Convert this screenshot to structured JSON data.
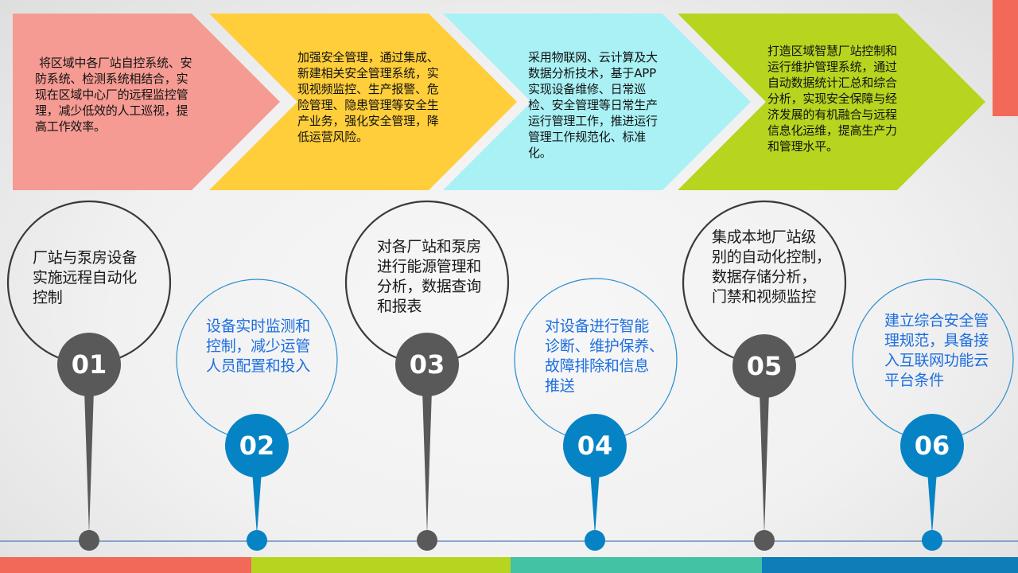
{
  "colors": {
    "pink": "#f59b93",
    "yellow": "#ffce3a",
    "cyan": "#a9f1f5",
    "green": "#b7d51f",
    "accent_red": "#f2695a",
    "dark_gray": "#595959",
    "blue": "#0683c4",
    "blue_text": "#1e6fe0",
    "timeline_line": "#4a7ab8",
    "bottom_bar_red": "#f2695a",
    "bottom_bar_green": "#b7d51f",
    "bottom_bar_teal": "#44c2a4",
    "bottom_bar_blue": "#0e7db8"
  },
  "chevrons": [
    {
      "color": "pink",
      "lines": [
        "将区域中各厂站自控系统、安",
        "防系统、检测系统相结合，实",
        "现在区域中心厂的远程监控管",
        "理，减少低效的人工巡视，提",
        "高工作效率。"
      ]
    },
    {
      "color": "yellow",
      "lines": [
        "加强安全管理，通过集成、",
        "新建相关安全管理系统，实",
        "现视频监控、生产报警、危",
        "险管理、隐患管理等安全生",
        "产业务，强化安全管理，降",
        "低运营风险。"
      ]
    },
    {
      "color": "cyan",
      "lines": [
        "采用物联网、云计算及大",
        "数据分析技术，基于APP",
        "实现设备维修、日常巡",
        "检、安全管理等日常生产",
        "运行管理工作，推进运行",
        "管理工作规范化、标准",
        "化。"
      ]
    },
    {
      "color": "green",
      "lines": [
        "打造区域智慧厂站控制和",
        "运行维护管理系统，通过",
        "自动数据统计汇总和综合",
        "分析，实现安全保障与经",
        "济发展的有机融合与远程",
        "信息化运维，提高生产力",
        "和管理水平。"
      ]
    }
  ],
  "timeline": [
    {
      "number": "01",
      "style": "dark",
      "lines": [
        "厂站与泵房设备",
        "实施远程自动化",
        "控制"
      ]
    },
    {
      "number": "02",
      "style": "blue",
      "lines": [
        "设备实时监测和",
        "控制，减少运管",
        "人员配置和投入"
      ]
    },
    {
      "number": "03",
      "style": "dark",
      "lines": [
        "对各厂站和泵房",
        "进行能源管理和",
        "分析，数据查询",
        "和报表"
      ]
    },
    {
      "number": "04",
      "style": "blue",
      "lines": [
        "对设备进行智能",
        "诊断、维护保养、",
        "故障排除和信息",
        "推送"
      ]
    },
    {
      "number": "05",
      "style": "dark",
      "lines": [
        "集成本地厂站级",
        "别的自动化控制，",
        "数据存储分析，",
        "门禁和视频监控"
      ]
    },
    {
      "number": "06",
      "style": "blue",
      "lines": [
        "建立综合安全管",
        "理规范，具备接",
        "入互联网功能云",
        "平台条件"
      ]
    }
  ]
}
